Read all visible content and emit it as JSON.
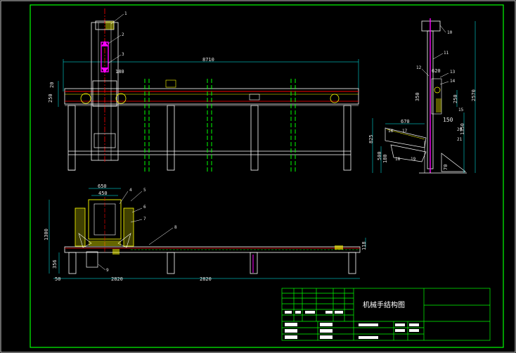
{
  "title_block": {
    "title": "机械手结构图"
  },
  "dimensions": {
    "total_length": "8710",
    "rail_spacing": "20",
    "rail_height": "250",
    "carriage_width": "180",
    "bottom_width_outer": "650",
    "bottom_width_inner": "450",
    "bottom_height": "1300",
    "bottom_base": "356",
    "bottom_left_offset": "50",
    "bottom_span1": "2820",
    "bottom_span2": "2820",
    "bottom_right": "118",
    "side_top": "620",
    "side_overall": "2570",
    "side_mid": "350",
    "side_small": "250",
    "side_arm": "150",
    "side_base_w": "670",
    "side_h1": "825",
    "side_h2": "500",
    "side_h3": "180",
    "side_h4": "1350",
    "side_h5": "70"
  },
  "part_numbers": [
    "1",
    "2",
    "3",
    "4",
    "5",
    "6",
    "7",
    "8",
    "9",
    "10",
    "11",
    "12",
    "13",
    "14",
    "15",
    "16",
    "17",
    "18",
    "19",
    "20",
    "21"
  ],
  "colors": {
    "background": "#000000",
    "frame": "#00ff00",
    "structure": "#ffffff",
    "rail": "#ff0000",
    "accent": "#ffff00",
    "centerline": "#ff00ff",
    "dimension": "#00ffff"
  }
}
